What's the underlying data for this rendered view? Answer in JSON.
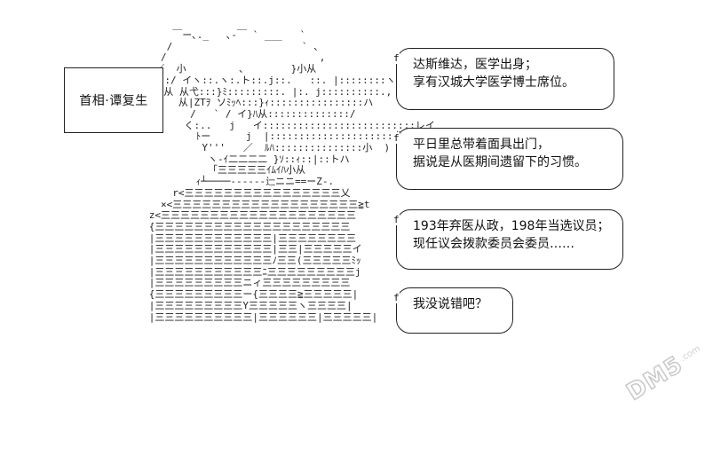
{
  "name_box": {
    "text": "首相·谭复生"
  },
  "bubbles": [
    {
      "lines": [
        "达斯维达，医学出身；",
        "享有汉城大学医学博士席位。"
      ]
    },
    {
      "lines": [
        "平日里总带着面具出门，",
        "据说是从医期间遗留下的习惯。"
      ]
    },
    {
      "lines": [
        "193年弃医从政，198年当选议员；",
        "现任议会拨款委员会委员……"
      ]
    },
    {
      "lines": [
        "我没说错吧？"
      ]
    }
  ],
  "watermark": {
    "text": "DM5",
    "suffix": ".com"
  },
  "ascii_art": [
    "          ￣ー､._   ､-￣ ` ___   `",
    "         /                      ` 、",
    "        /                          ,",
    "       ／  小         ､        }小从",
    "      ィ::/ イヽ::.ヽ:.ト::.j::.   ::. |::::::::ヽ",
    "     ﾙﾙﾊ:从 从弋:::}ﾐ:::::::::. |:. j::::::::::.,",
    "           从|ZTｦ ソﾐｯﾍ:::}ｨ::::::::::::::::ハ",
    "             /   ` / イ}ﾊ从::::::::::::::/",
    "            く:..   j   イ::::::::::::::::::::::::::レイ",
    "              ﾄー      j  |:::::::::::::::::::::弋'",
    "               Y'''   ／  ﾙﾊ:::::::::::::::小  )",
    "                ヽ-ｲ二二二二 }ｿ::ｨ::|::トハ",
    "                「三三三三三ｲﾑｲﾊ小从",
    "              ｨ┴────--‐‐‐‐辷ニニ==ーZ-.",
    "          r<三三三三三三三三三三三三三三三三乂",
    "        ×<三三三三三三三三三三三三三三三三三三三≧t",
    "      z<三三三三三三三三三三三三三三三三三三三三",
    "      {三三三三三三三三三三三三三三三三三三三三",
    "      |三三三三三三三三三三三三|三三三三三三三三",
    "      |三三三三三三三三三三三三|三三|三三三三三イ",
    "      |三三三三三三三三三三三三ﾉ三三(三三三三三ﾐｯ",
    "      |三三三三三三三三三三三ﾆ三三三三三三三三三j",
    "      |三三三三三三三三三ニィ三三三三三三三三三",
    "      {三三三三三三三三三ー{三三三三≧三三三三三|",
    "      |三三三三三三三三三Y三三三三三ヽ三三三三|",
    "      |三三三三三三三三三三|三三三三三三|三三三三三|"
  ]
}
